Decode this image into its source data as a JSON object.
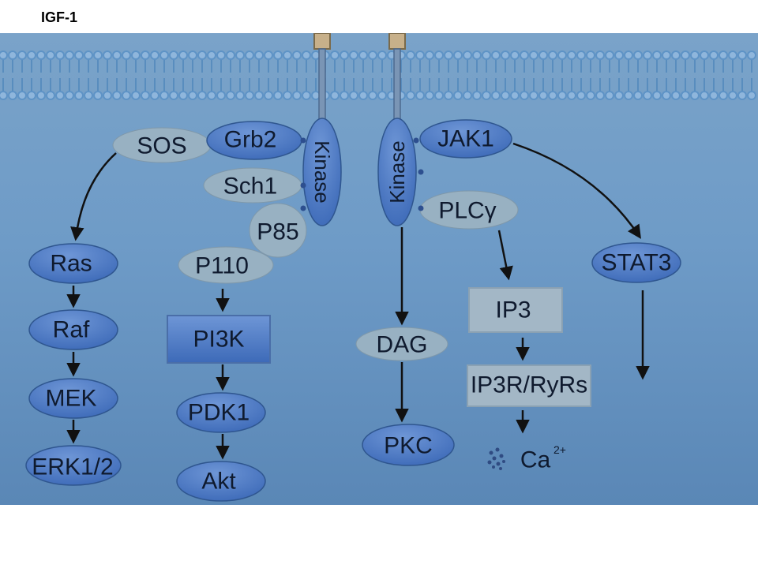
{
  "title": "IGF-1",
  "colors": {
    "panel_top": "#7aa3c9",
    "panel_mid": "#6e9bc7",
    "panel_bottom": "#5a87b6",
    "membrane_head": "#5e93c6",
    "membrane_line": "#4f86bb",
    "blue_node": "#3d6ab8",
    "blue_node_light": "#6e96d6",
    "grey_node": "#98b1c2",
    "grey_box": "#a3b7c6",
    "arrow": "#111111"
  },
  "receptor": {
    "left_kinase_label": "Kinase",
    "right_kinase_label": "Kinase"
  },
  "nodes": {
    "sos": "SOS",
    "grb2": "Grb2",
    "sch1": "Sch1",
    "p85": "P85",
    "p110": "P110",
    "ras": "Ras",
    "raf": "Raf",
    "mek": "MEK",
    "erk": "ERK1/2",
    "pi3k": "PI3K",
    "pdk1": "PDK1",
    "akt": "Akt",
    "jak1": "JAK1",
    "plcg": "PLCγ",
    "dag": "DAG",
    "pkc": "PKC",
    "ip3": "IP3",
    "ip3r": "IP3R/RyRs",
    "ca": "Ca",
    "ca_charge": "2+",
    "stat3": "STAT3"
  }
}
